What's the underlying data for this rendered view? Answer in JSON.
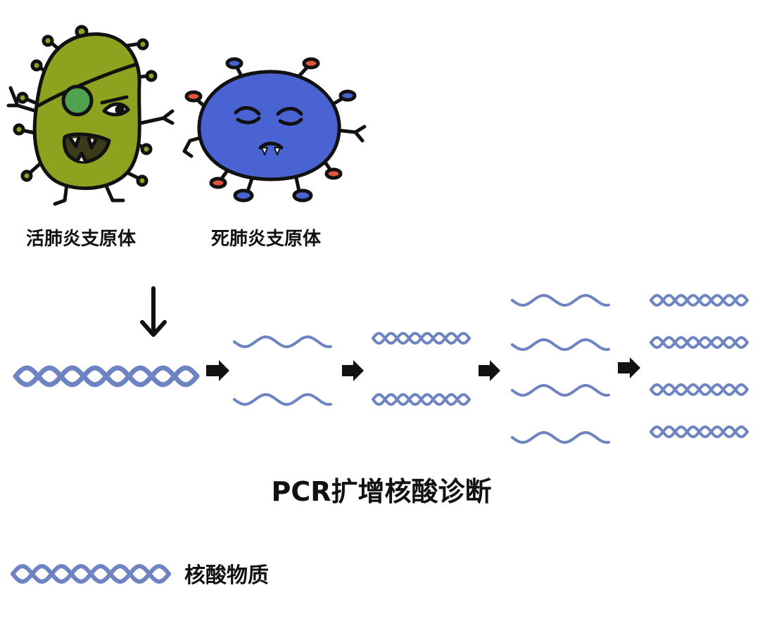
{
  "organisms": [
    {
      "label": "活肺炎支原体",
      "state": "alive",
      "color": "#8da21f",
      "icon": "live-pathogen"
    },
    {
      "label": "死肺炎支原体",
      "state": "dead",
      "color": "#4a63d3",
      "icon": "dead-pathogen"
    }
  ],
  "title": "PCR扩增核酸诊断",
  "legend": {
    "label": "核酸物质",
    "icon": "double-helix"
  },
  "amplification": {
    "stages": [
      {
        "strands": 1,
        "form": "double-helix"
      },
      {
        "strands": 2,
        "form": "single-strand"
      },
      {
        "strands": 2,
        "form": "double-helix"
      },
      {
        "strands": 4,
        "form": "single-strand"
      },
      {
        "strands": 4,
        "form": "double-helix"
      }
    ]
  },
  "colors": {
    "dna": "#6d83c2",
    "outline": "#111111"
  }
}
